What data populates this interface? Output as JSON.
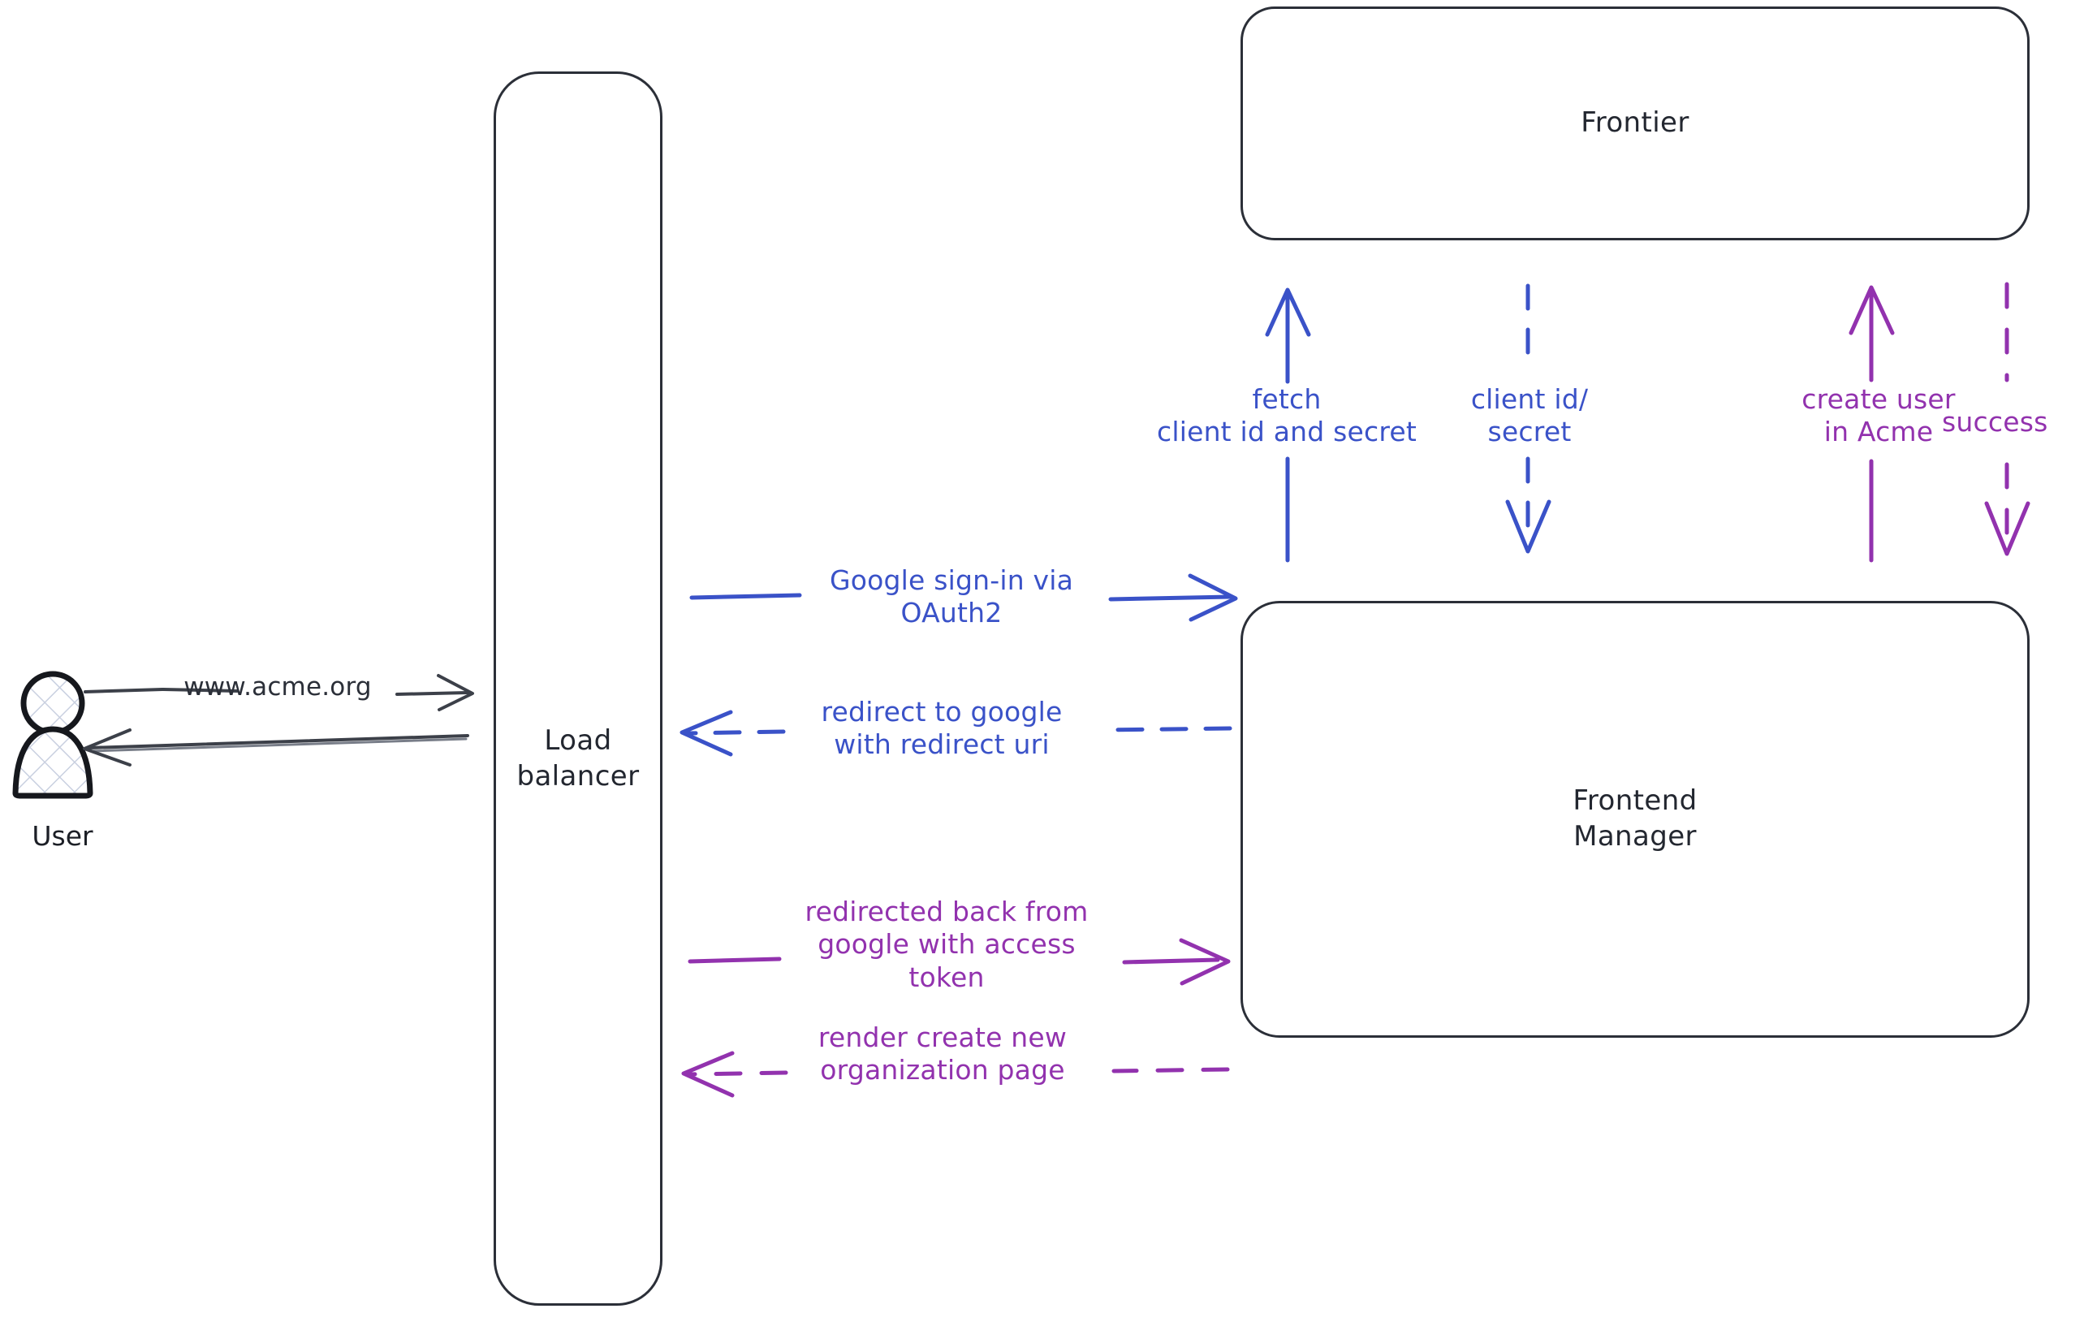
{
  "diagram": {
    "title": "Google OAuth2 sign-in sequence",
    "background": "#ffffff",
    "colors": {
      "stroke_dark": "#2b2f38",
      "blue": "#3a52c8",
      "purple": "#9232ae"
    }
  },
  "actors": {
    "user": {
      "label": "User",
      "icon": "user-person-icon"
    }
  },
  "nodes": [
    {
      "id": "load-balancer",
      "label": "Load\nbalancer"
    },
    {
      "id": "frontier",
      "label": "Frontier"
    },
    {
      "id": "frontend-manager",
      "label": "Frontend\nManager"
    }
  ],
  "edges": [
    {
      "id": "user-to-lb",
      "label": "www.acme.org",
      "color": "#2b2f38",
      "style": "solid",
      "direction": "right",
      "from": "user",
      "to": "load-balancer"
    },
    {
      "id": "lb-to-user",
      "label": "",
      "color": "#2b2f38",
      "style": "solid",
      "direction": "left",
      "from": "load-balancer",
      "to": "user"
    },
    {
      "id": "lb-to-fm-signin",
      "label": "Google sign-in via\nOAuth2",
      "color": "#3a52c8",
      "style": "solid",
      "direction": "right",
      "from": "load-balancer",
      "to": "frontend-manager"
    },
    {
      "id": "fm-to-lb-redirect",
      "label": "redirect to google\nwith redirect uri",
      "color": "#3a52c8",
      "style": "dashed",
      "direction": "left",
      "from": "frontend-manager",
      "to": "load-balancer"
    },
    {
      "id": "lb-to-fm-token",
      "label": "redirected back from\ngoogle with access\ntoken",
      "color": "#9232ae",
      "style": "solid",
      "direction": "right",
      "from": "load-balancer",
      "to": "frontend-manager"
    },
    {
      "id": "fm-to-lb-render",
      "label": "render create new\norganization page",
      "color": "#9232ae",
      "style": "dashed",
      "direction": "left",
      "from": "frontend-manager",
      "to": "load-balancer"
    },
    {
      "id": "fm-to-frontier-fetch",
      "label": "fetch\nclient id and secret",
      "color": "#3a52c8",
      "style": "solid",
      "direction": "up",
      "from": "frontend-manager",
      "to": "frontier"
    },
    {
      "id": "frontier-to-fm-creds",
      "label": "client id/\nsecret",
      "color": "#3a52c8",
      "style": "dashed",
      "direction": "down",
      "from": "frontier",
      "to": "frontend-manager"
    },
    {
      "id": "fm-to-frontier-create-user",
      "label": "create user\nin Acme",
      "color": "#9232ae",
      "style": "solid",
      "direction": "up",
      "from": "frontend-manager",
      "to": "frontier"
    },
    {
      "id": "frontier-to-fm-success",
      "label": "success",
      "color": "#9232ae",
      "style": "dashed",
      "direction": "down",
      "from": "frontier",
      "to": "frontend-manager"
    }
  ]
}
